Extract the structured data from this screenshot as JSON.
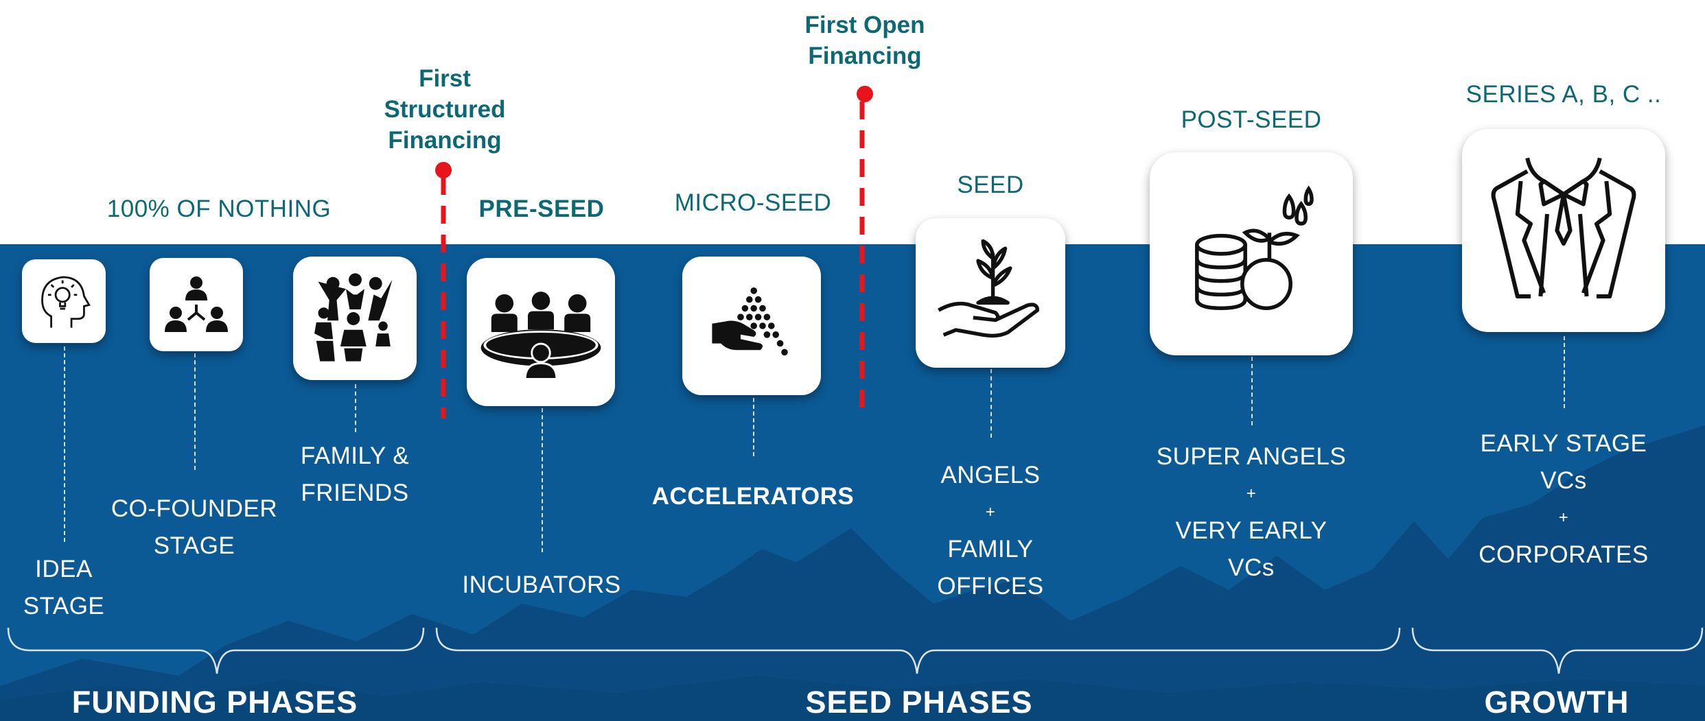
{
  "colors": {
    "band": "#0b5a96",
    "mountains": "#0a4a80",
    "teal_text": "#0d6875",
    "marker_red": "#e8141b"
  },
  "stage_titles": {
    "nothing": "100% OF NOTHING",
    "pre_seed": "PRE-SEED",
    "micro_seed": "MICRO-SEED",
    "seed": "SEED",
    "post_seed": "POST-SEED",
    "series": "SERIES A, B, C .."
  },
  "markers": {
    "structured": {
      "line1": "First",
      "line2": "Structured",
      "line3": "Financing"
    },
    "open": {
      "line1": "First Open",
      "line2": "Financing"
    }
  },
  "stages": {
    "idea": {
      "icon": "idea-head-icon",
      "line1": "IDEA",
      "line2": "STAGE"
    },
    "cofounder": {
      "icon": "team-structure-icon",
      "line1": "CO-FOUNDER",
      "line2": "STAGE"
    },
    "family": {
      "icon": "family-group-icon",
      "line1": "FAMILY &",
      "line2": "FRIENDS"
    },
    "incubators": {
      "icon": "meeting-table-icon",
      "line1": "INCUBATORS"
    },
    "accelerators": {
      "icon": "hand-seeds-icon",
      "line1": "ACCELERATORS"
    },
    "angels": {
      "icon": "hand-sprout-icon",
      "line1": "ANGELS",
      "plus": "+",
      "line2": "FAMILY",
      "line3": "OFFICES"
    },
    "super_angels": {
      "icon": "coins-plant-icon",
      "line1": "SUPER ANGELS",
      "plus": "+",
      "line2": "VERY EARLY",
      "line3": "VCs"
    },
    "early_vcs": {
      "icon": "suit-icon",
      "line1": "EARLY STAGE",
      "line2": "VCs",
      "plus": "+",
      "line3": "CORPORATES"
    }
  },
  "phases": {
    "funding": "FUNDING PHASES",
    "seed": "SEED PHASES",
    "growth": "GROWTH"
  }
}
